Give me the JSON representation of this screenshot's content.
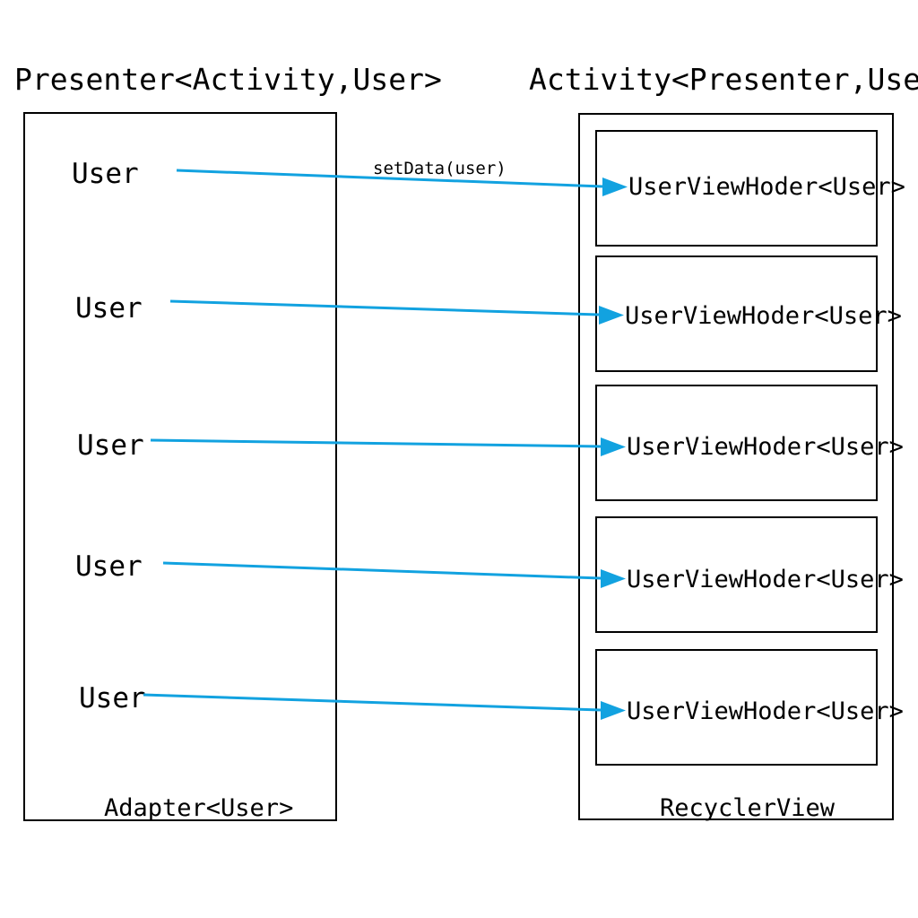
{
  "diagram": {
    "title_left": "Presenter<Activity,User>",
    "title_right": "Activity<Presenter,User>",
    "edge_label": "setData(user)",
    "left_panel": {
      "footer": "Adapter<User>",
      "items": [
        {
          "label": "User"
        },
        {
          "label": "User"
        },
        {
          "label": "User"
        },
        {
          "label": "User"
        },
        {
          "label": "User"
        }
      ]
    },
    "right_panel": {
      "footer": "RecyclerView",
      "items": [
        {
          "label": "UserViewHoder<User>"
        },
        {
          "label": "UserViewHoder<User>"
        },
        {
          "label": "UserViewHoder<User>"
        },
        {
          "label": "UserViewHoder<User>"
        },
        {
          "label": "UserViewHoder<User>"
        }
      ]
    },
    "colors": {
      "arrow": "#12A2E0",
      "outline": "#000000",
      "background": "#FFFFFF",
      "text": "#000000"
    }
  }
}
